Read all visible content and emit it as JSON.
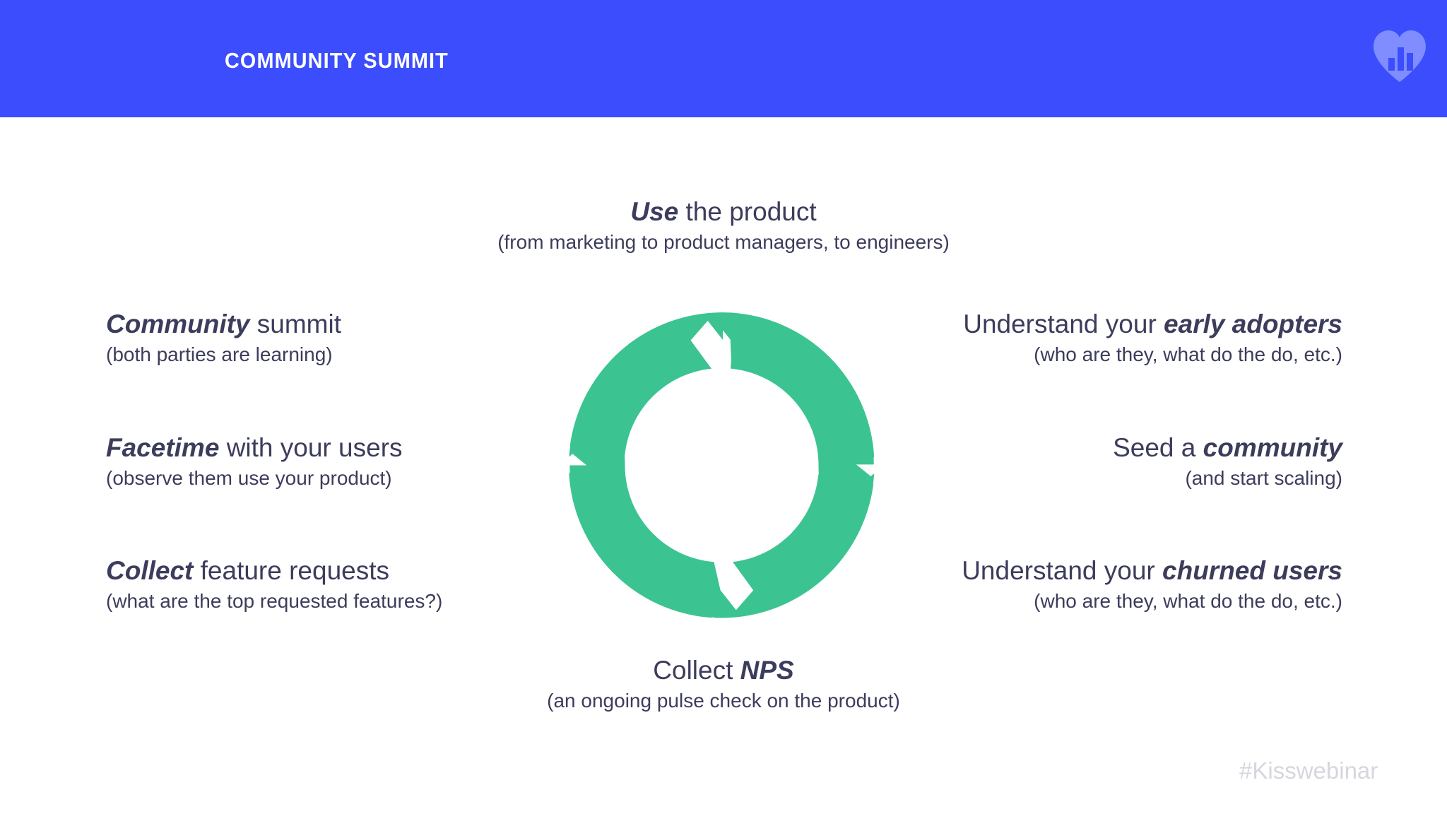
{
  "header": {
    "title": "COMMUNITY SUMMIT",
    "background_color": "#3b4dfc",
    "title_color": "#ffffff",
    "logo_name": "kissmetrics-bar-chart-heart-logo",
    "logo_color": "#7f8dff"
  },
  "theme": {
    "text_color": "#3c3c5c",
    "ring_color": "#3bc492",
    "page_background": "#ffffff",
    "watermark_color": "#d6d6de"
  },
  "diagram": {
    "name": "community-feedback-loop",
    "type": "cycle-ring",
    "segment_count": 4,
    "direction": "clockwise",
    "color": "#3bc492",
    "steps": [
      {
        "position": "top",
        "emphasis": "Use",
        "rest": " the product",
        "title": "Use the product",
        "subtitle": "(from marketing to product managers, to engineers)"
      },
      {
        "position": "right-top",
        "emphasis_first": false,
        "lead": "Understand your ",
        "emphasis": "early adopters",
        "title": "Understand your early adopters",
        "subtitle": "(who are they, what do the do, etc.)"
      },
      {
        "position": "right-middle",
        "emphasis_first": false,
        "lead": "Seed a ",
        "emphasis": "community",
        "title": "Seed a community",
        "subtitle": "(and start scaling)"
      },
      {
        "position": "right-bottom",
        "emphasis_first": false,
        "lead": "Understand your ",
        "emphasis": "churned users",
        "title": "Understand your churned users",
        "subtitle": "(who are they, what do the do, etc.)"
      },
      {
        "position": "bottom",
        "emphasis_first": false,
        "lead": "Collect ",
        "emphasis": "NPS",
        "title": "Collect NPS",
        "subtitle": "(an ongoing pulse check on the product)"
      },
      {
        "position": "left-bottom",
        "emphasis_first": true,
        "emphasis": "Collect",
        "rest": " feature requests",
        "title": "Collect feature requests",
        "subtitle": "(what are the top requested features?)"
      },
      {
        "position": "left-middle",
        "emphasis_first": true,
        "emphasis": "Facetime",
        "rest": " with your users",
        "title": "Facetime with your users",
        "subtitle": "(observe them use your product)"
      },
      {
        "position": "left-top",
        "emphasis_first": true,
        "emphasis": "Community",
        "rest": " summit",
        "title": "Community summit",
        "subtitle": "(both parties are learning)"
      }
    ]
  },
  "labels": {
    "use": {
      "em": "Use",
      "rest": " the product",
      "subtitle": "(from marketing to product managers, to engineers)"
    },
    "early_adopters": {
      "lead": "Understand your ",
      "em": "early adopters",
      "subtitle": "(who are they, what do the do, etc.)"
    },
    "seed_community": {
      "lead": "Seed a ",
      "em": "community",
      "subtitle": "(and start scaling)"
    },
    "churned_users": {
      "lead": "Understand your ",
      "em": "churned users",
      "subtitle": "(who are they, what do the do, etc.)"
    },
    "collect_nps": {
      "lead": "Collect ",
      "em": "NPS",
      "subtitle": "(an ongoing pulse check on the product)"
    },
    "feature_requests": {
      "em": "Collect",
      "rest": " feature requests",
      "subtitle": "(what are the top requested features?)"
    },
    "facetime": {
      "em": "Facetime",
      "rest": " with your users",
      "subtitle": "(observe them use your product)"
    },
    "community_summit": {
      "em": "Community",
      "rest": " summit",
      "subtitle": "(both parties are learning)"
    }
  },
  "footer": {
    "watermark": "#Kisswebinar"
  }
}
